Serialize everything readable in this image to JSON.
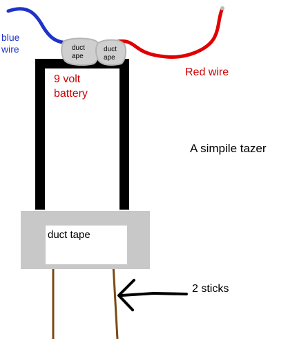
{
  "diagram": {
    "title": "A simpile tazer",
    "labels": {
      "blue_wire_line1": "blue",
      "blue_wire_line2": "wire",
      "red_wire": "Red wire",
      "battery_line1": "9 volt",
      "battery_line2": "battery",
      "tape_left_line1": "duct",
      "tape_left_line2": "ape",
      "tape_right_line1": "duct",
      "tape_right_line2": "ape",
      "duct_tape": "duct tape",
      "sticks": "2 sticks"
    },
    "colors": {
      "blue_wire": "#1f33c8",
      "red_wire": "#e00000",
      "battery_label": "#cc0000",
      "battery_frame": "#000000",
      "duct_tape": "#c8c8c8",
      "sticks": "#7a4a12",
      "arrow": "#000000"
    }
  }
}
